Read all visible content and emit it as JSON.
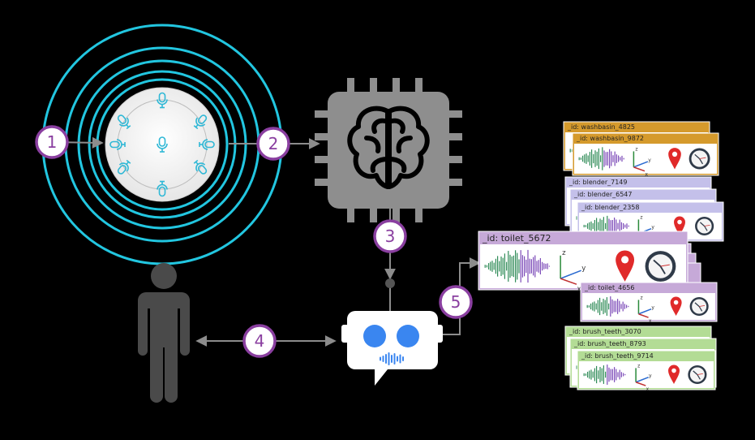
{
  "steps": [
    "1",
    "2",
    "3",
    "4",
    "5"
  ],
  "cards": [
    {
      "label": "_id: washbasin_4825",
      "group": "washbasin"
    },
    {
      "label": "_id: washbasin_9872",
      "group": "washbasin"
    },
    {
      "label": "_id: blender_7149",
      "group": "blender"
    },
    {
      "label": "_id: blender_6547",
      "group": "blender"
    },
    {
      "label": "_id: blender_2358",
      "group": "blender"
    },
    {
      "label": "_id: toilet_5672",
      "group": "toilet"
    },
    {
      "label": "_id: toilet_4656",
      "group": "toilet"
    },
    {
      "label": "_id: brush_teeth_3070",
      "group": "brush_teeth"
    },
    {
      "label": "_id: brush_teeth_8793",
      "group": "brush_teeth"
    },
    {
      "label": "_id: brush_teeth_9714",
      "group": "brush_teeth"
    }
  ],
  "axis_labels": {
    "x": "x",
    "y": "y",
    "z": "z"
  },
  "colors": {
    "background": "#000000",
    "ring": "#22c6e0",
    "mic": "#2fb8d6",
    "step_circle_stroke": "#8a3fa0",
    "step_circle_fill": "#ffffff",
    "arrow": "#8c8c8c",
    "chip": "#8e8e8e",
    "person": "#4a4a4a",
    "robot_eye": "#3a86f0",
    "pin": "#e02a2a",
    "washbasin": "#d59a2c",
    "blender": "#c4c0ea",
    "toilet": "#c6a9d8",
    "brush_teeth": "#b3dc95"
  },
  "icons": [
    "microphone-array-icon",
    "brain-chip-icon",
    "person-icon",
    "robot-assistant-icon",
    "waveform-icon",
    "axes-icon",
    "location-pin-icon",
    "clock-icon"
  ]
}
